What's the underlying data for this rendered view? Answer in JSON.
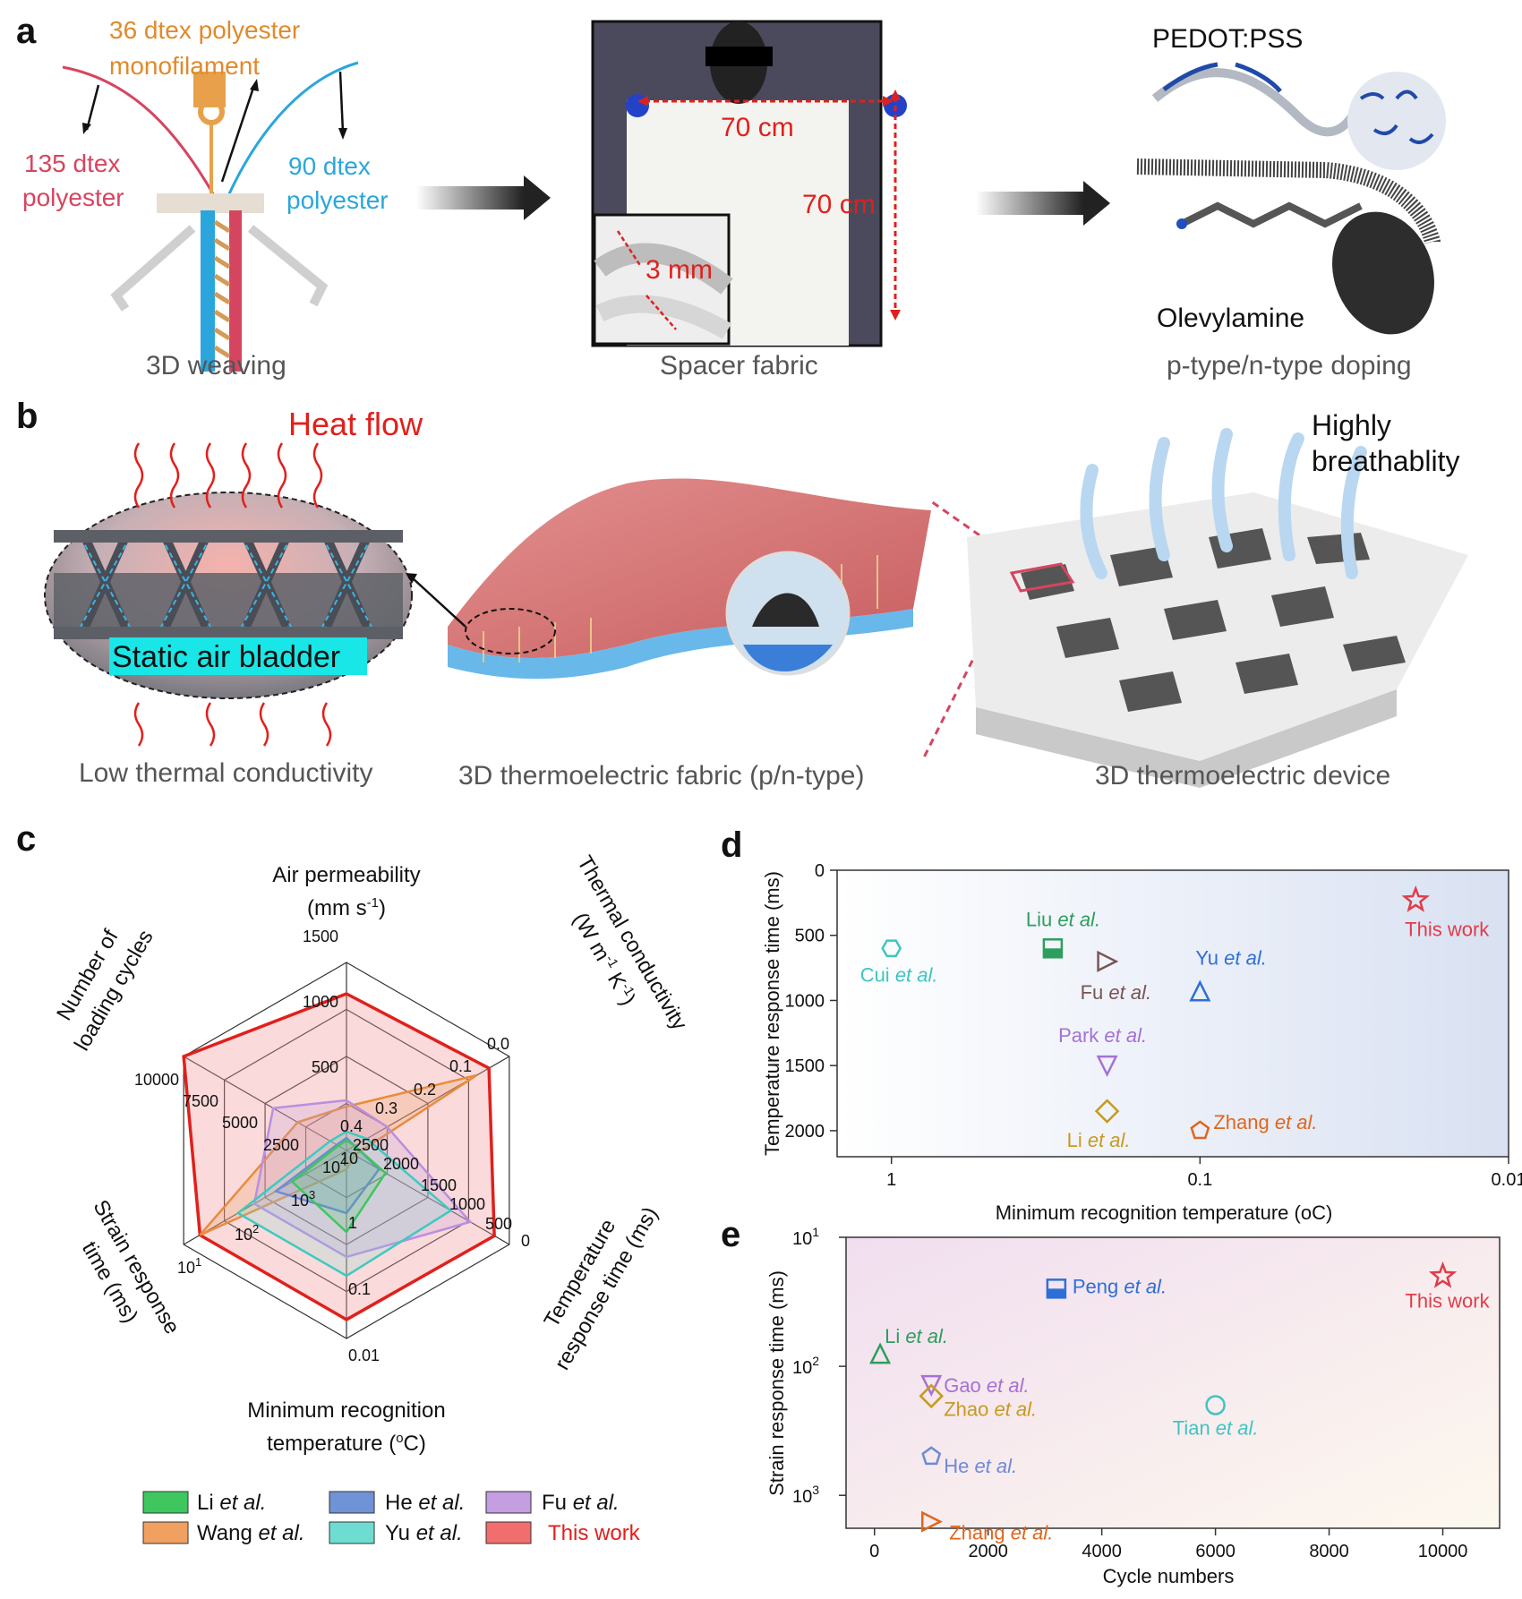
{
  "panel_letters": {
    "a": "a",
    "b": "b",
    "c": "c",
    "d": "d",
    "e": "e"
  },
  "panel_a": {
    "yarn_top": "36 dtex polyester",
    "yarn_top2": "monofilament",
    "yarn_left": "135 dtex",
    "yarn_left2": "polyester",
    "yarn_right": "90 dtex",
    "yarn_right2": "polyester",
    "caption_weaving": "3D weaving",
    "width_label": "70 cm",
    "height_label": "70 cm",
    "thickness_label": "3 mm",
    "caption_fabric": "Spacer fabric",
    "pedot": "PEDOT:PSS",
    "olevylamine": "Olevylamine",
    "caption_doping": "p-type/n-type doping",
    "colors": {
      "orange": "#e08a2c",
      "pink": "#d6455f",
      "blue": "#2ba6dc",
      "red": "#e0201c"
    }
  },
  "panel_b": {
    "heat_flow": "Heat flow",
    "air_bladder": "Static air bladder",
    "caption_low": "Low thermal conductivity",
    "caption_fabric": "3D thermoelectric fabric (p/n-type)",
    "breath1": "Highly",
    "breath2": "breathablity",
    "caption_device": "3D thermoelectric device",
    "colors": {
      "cyan_label": "#19e6e6",
      "heat": "#e0201c"
    }
  },
  "panel_c": {
    "axes": {
      "air_1": "Air permeability",
      "air_2": "(mm s",
      "air_sup": "-1",
      "air_3": ")",
      "thermal_1": "Thermal conductivity",
      "thermal_2": "(W m",
      "thermal_sup1": "-1",
      "thermal_3": " K",
      "thermal_sup2": "-1",
      "thermal_4": ")",
      "temp_resp_1": "Temperature",
      "temp_resp_2": "response time (ms)",
      "min_rec_1": "Minimum recognition",
      "min_rec_2": "temperature (",
      "min_rec_deg": "o",
      "min_rec_3": "C)",
      "strain_1": "Strain response",
      "strain_2": "time (ms)",
      "loading_1": "Number of",
      "loading_2": "loading cycles"
    },
    "ticks_air": [
      "1500",
      "1000",
      "500"
    ],
    "ticks_thermal": [
      "0.0",
      "0.1",
      "0.2",
      "0.3",
      "0.4"
    ],
    "ticks_temp": [
      "0",
      "500",
      "1000",
      "1500",
      "2000",
      "2500"
    ],
    "ticks_minrec": [
      "0.01",
      "0.1",
      "1",
      "10"
    ],
    "ticks_strain": [
      "10",
      "1",
      "10",
      "2",
      "10",
      "3",
      "10",
      "4"
    ],
    "ticks_loading": [
      "10000",
      "7500",
      "5000",
      "2500"
    ],
    "legend": [
      {
        "name": "Li",
        "suffix": "et al.",
        "color": "#3ec65f"
      },
      {
        "name": "He",
        "suffix": "et al.",
        "color": "#7092d6"
      },
      {
        "name": "Fu",
        "suffix": "et al.",
        "color": "#c49ee0"
      },
      {
        "name": "Wang",
        "suffix": "et al.",
        "color": "#f0a060"
      },
      {
        "name": "Yu",
        "suffix": "et al.",
        "color": "#6fdcd2"
      },
      {
        "name": "This work",
        "suffix": "",
        "color": "#f26d6d"
      }
    ]
  },
  "chart_data": [
    {
      "type": "radar",
      "axes": [
        "Air permeability",
        "Thermal conductivity",
        "Temperature response time",
        "Minimum recognition temperature",
        "Strain response time",
        "Number of loading cycles"
      ],
      "series": [
        {
          "name": "This work",
          "values": [
            1250,
            0.05,
            230,
            0.02,
            20,
            10000
          ]
        },
        {
          "name": "Wang et al.",
          "values": [
            350,
            0.08,
            2400,
            5,
            20,
            3000
          ]
        },
        {
          "name": "Fu et al.",
          "values": [
            400,
            0.3,
            600,
            0.2,
            200,
            4500
          ]
        },
        {
          "name": "Yu et al.",
          "values": [
            150,
            0.35,
            900,
            0.1,
            100,
            1000
          ]
        },
        {
          "name": "He et al.",
          "values": [
            100,
            0.38,
            2000,
            1,
            500,
            600
          ]
        },
        {
          "name": "Li et al.",
          "values": [
            80,
            0.39,
            1900,
            0.5,
            1000,
            300
          ]
        }
      ]
    },
    {
      "type": "scatter",
      "title": "",
      "xlabel": "Minimum recognition temperature (oC)",
      "ylabel": "Temperature response time (ms)",
      "x_scale": "log, reversed",
      "y_scale": "linear, reversed",
      "xlim": [
        1.5,
        0.01
      ],
      "ylim": [
        0,
        2200
      ],
      "x_ticks": [
        "1",
        "0.1",
        "0.01"
      ],
      "y_ticks": [
        "0",
        "500",
        "1000",
        "1500",
        "2000"
      ],
      "points": [
        {
          "name": "Cui",
          "suffix": "et al.",
          "x": 1,
          "y": 600,
          "marker": "hexagon",
          "color": "#3fc4c4"
        },
        {
          "name": "Liu",
          "suffix": "et al.",
          "x": 0.3,
          "y": 600,
          "marker": "square",
          "color": "#2e9e5e"
        },
        {
          "name": "Fu",
          "suffix": "et al.",
          "x": 0.2,
          "y": 700,
          "marker": "triangle-right",
          "color": "#7a5454"
        },
        {
          "name": "Yu",
          "suffix": "et al.",
          "x": 0.1,
          "y": 930,
          "marker": "triangle-up",
          "color": "#2e6fd6"
        },
        {
          "name": "Park",
          "suffix": "et al.",
          "x": 0.2,
          "y": 1500,
          "marker": "triangle-down",
          "color": "#a571d6"
        },
        {
          "name": "Li",
          "suffix": "et al.",
          "x": 0.2,
          "y": 1850,
          "marker": "diamond",
          "color": "#c79a1e"
        },
        {
          "name": "Zhang",
          "suffix": "et al.",
          "x": 0.1,
          "y": 2000,
          "marker": "pentagon",
          "color": "#e0661c"
        },
        {
          "name": "This work",
          "suffix": "",
          "x": 0.02,
          "y": 230,
          "marker": "star",
          "color": "#e03c48"
        }
      ]
    },
    {
      "type": "scatter",
      "title": "",
      "xlabel": "Cycle numbers",
      "ylabel": "Strain response time (ms)",
      "x_scale": "linear",
      "y_scale": "log, reversed",
      "xlim": [
        -500,
        11000
      ],
      "ylim": [
        10,
        1800
      ],
      "x_ticks": [
        "0",
        "2000",
        "4000",
        "6000",
        "8000",
        "10000"
      ],
      "y_ticks": [
        "10",
        "1",
        "10",
        "2",
        "10",
        "3"
      ],
      "points": [
        {
          "name": "Peng",
          "suffix": "et al.",
          "x": 3200,
          "y": 25,
          "marker": "square",
          "color": "#2e6fd6"
        },
        {
          "name": "Li",
          "suffix": "et al.",
          "x": 100,
          "y": 80,
          "marker": "triangle-up",
          "color": "#2e9e5e"
        },
        {
          "name": "Gao",
          "suffix": "et al.",
          "x": 1000,
          "y": 140,
          "marker": "triangle-down",
          "color": "#a571d6"
        },
        {
          "name": "Zhao",
          "suffix": "et al.",
          "x": 1000,
          "y": 170,
          "marker": "diamond",
          "color": "#c79a1e"
        },
        {
          "name": "Tian",
          "suffix": "et al.",
          "x": 6000,
          "y": 200,
          "marker": "circle",
          "color": "#3fc4c4"
        },
        {
          "name": "He",
          "suffix": "et al.",
          "x": 1000,
          "y": 500,
          "marker": "pentagon",
          "color": "#6f8ad6"
        },
        {
          "name": "Zhang",
          "suffix": "et al.",
          "x": 1000,
          "y": 1600,
          "marker": "triangle-right",
          "color": "#e0661c"
        },
        {
          "name": "This work",
          "suffix": "",
          "x": 10000,
          "y": 20,
          "marker": "star",
          "color": "#e03c48"
        }
      ]
    }
  ]
}
